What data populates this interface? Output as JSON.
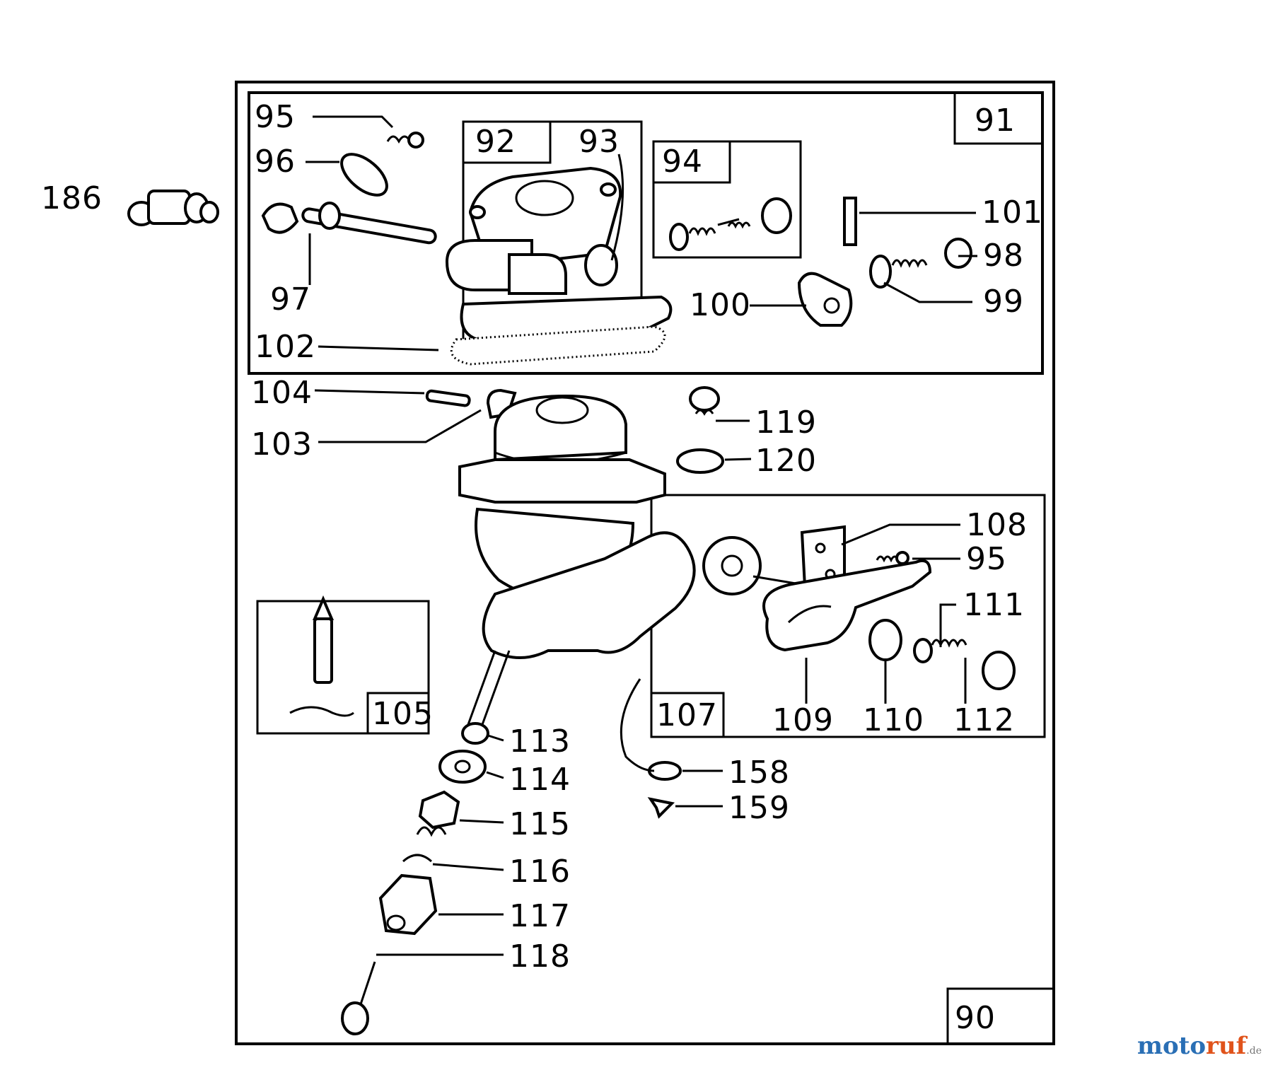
{
  "labels": {
    "l90": "90",
    "l91": "91",
    "l92": "92",
    "l93": "93",
    "l94": "94",
    "l95a": "95",
    "l95b": "95",
    "l96": "96",
    "l97": "97",
    "l98": "98",
    "l99": "99",
    "l100": "100",
    "l101": "101",
    "l102": "102",
    "l103": "103",
    "l104": "104",
    "l105": "105",
    "l107": "107",
    "l108": "108",
    "l109": "109",
    "l110": "110",
    "l111": "111",
    "l112": "112",
    "l113": "113",
    "l114": "114",
    "l115": "115",
    "l116": "116",
    "l117": "117",
    "l118": "118",
    "l119": "119",
    "l120": "120",
    "l158": "158",
    "l159": "159",
    "l186": "186"
  },
  "watermark": {
    "part1": "moto",
    "part2": "ruf",
    "part3": "",
    "suffix": ".de"
  },
  "colors": {
    "ink": "#000000",
    "paper": "#ffffff",
    "brand_blue": "#2a6fb5",
    "brand_orange": "#e0531b"
  }
}
